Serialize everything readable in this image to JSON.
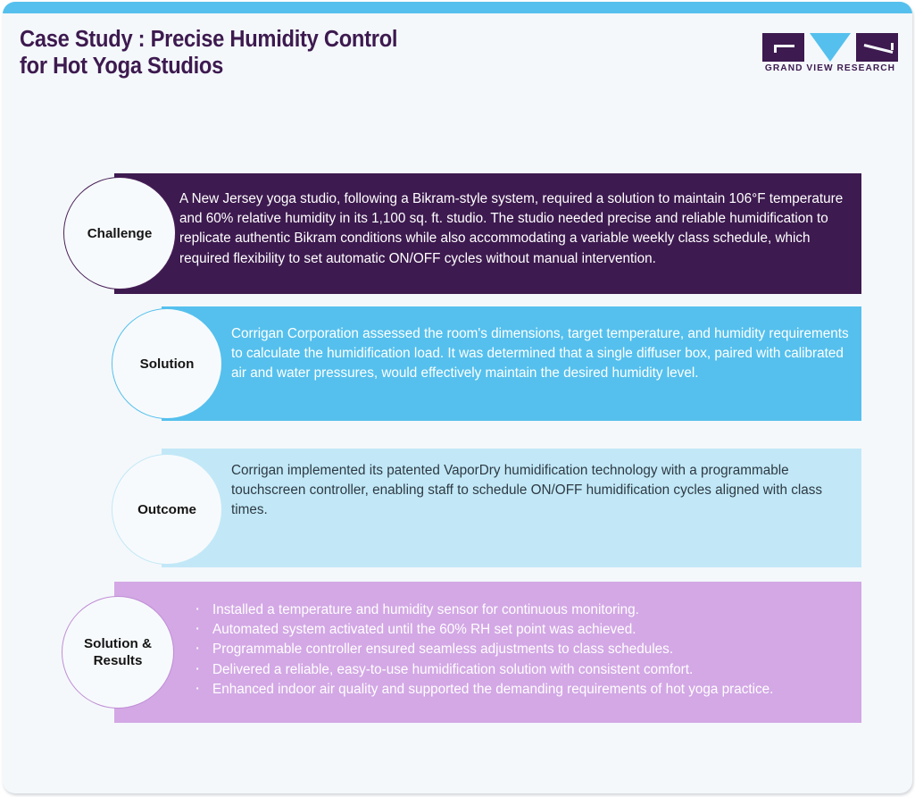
{
  "header": {
    "title": "Case Study : Precise Humidity Control\nfor Hot Yoga Studios",
    "logo_text": "GRAND VIEW RESEARCH"
  },
  "colors": {
    "page_bg": "#f4f8fb",
    "top_bar": "#55c0ed",
    "title": "#3d1a4f",
    "challenge_band": "#3d1a4f",
    "solution_band": "#55c0ed",
    "outcome_band": "#c2e8f7",
    "results_band": "#d3a8e5"
  },
  "rows": [
    {
      "key": "challenge",
      "label": "Challenge",
      "body": "A New Jersey yoga studio, following a Bikram-style system, required a solution to maintain 106°F temperature and 60% relative humidity in its 1,100 sq. ft. studio. The studio needed precise and reliable humidification to replicate authentic Bikram conditions while also accommodating a variable weekly class schedule, which required flexibility to set automatic ON/OFF cycles without manual intervention."
    },
    {
      "key": "solution",
      "label": "Solution",
      "body": "Corrigan Corporation assessed the room's dimensions, target temperature, and humidity requirements to calculate the humidification load. It was determined that a single diffuser box, paired with calibrated air and water pressures, would effectively maintain the desired humidity level."
    },
    {
      "key": "outcome",
      "label": "Outcome",
      "body": "Corrigan implemented its patented VaporDry humidification technology with a programmable touchscreen controller, enabling staff to schedule ON/OFF humidification cycles aligned with class times."
    },
    {
      "key": "results",
      "label": "Solution &\nResults",
      "bullets": [
        "Installed a temperature and humidity sensor for continuous monitoring.",
        "Automated system activated until the 60% RH set point was achieved.",
        "Programmable controller ensured seamless adjustments to class schedules.",
        "Delivered a reliable, easy-to-use humidification solution with consistent comfort.",
        "Enhanced indoor air quality and supported the demanding requirements of hot yoga practice."
      ]
    }
  ]
}
